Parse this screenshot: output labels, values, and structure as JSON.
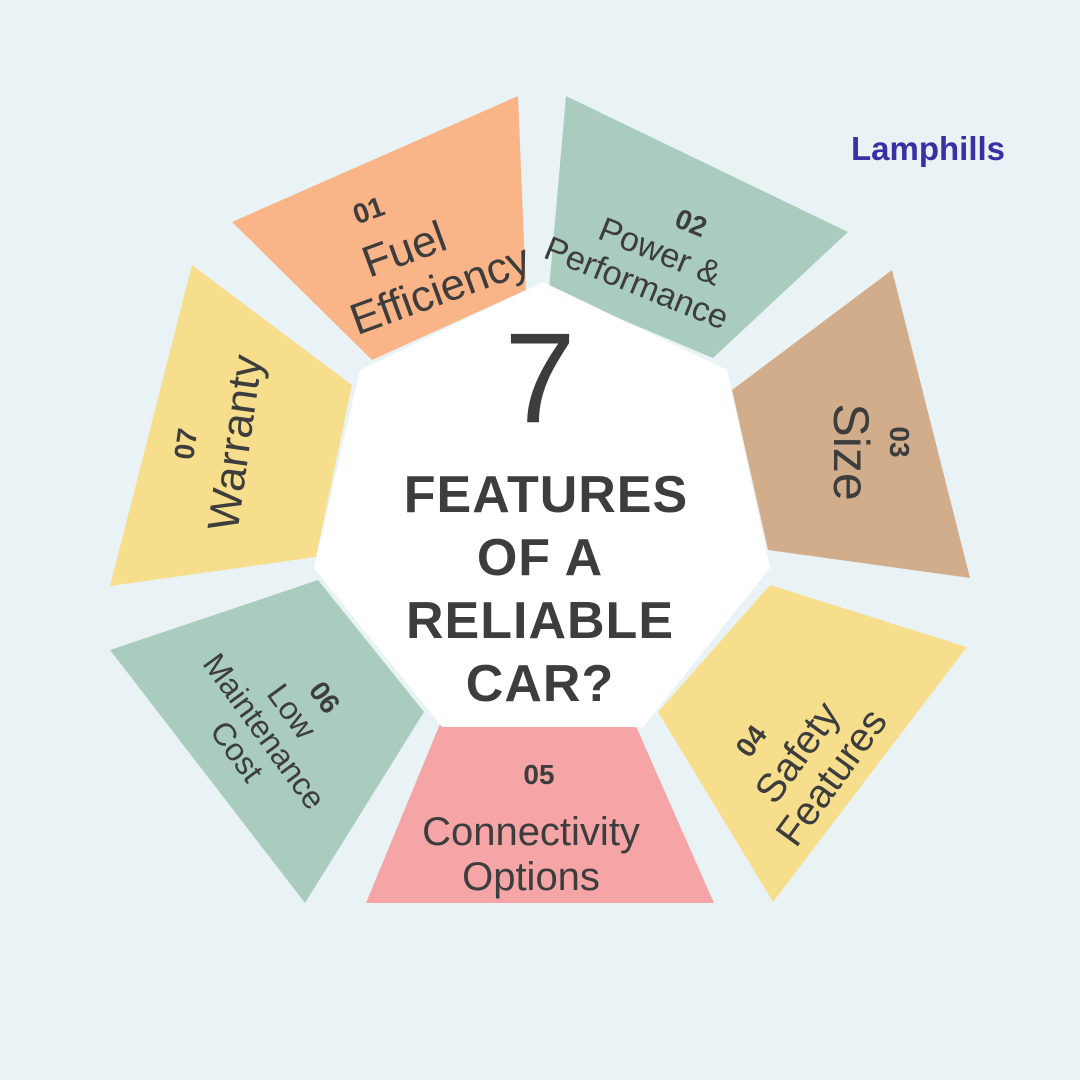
{
  "brand": {
    "name": "Lamphills"
  },
  "center": {
    "number": "7",
    "heading_lines": [
      "FEATURES",
      "OF A",
      "RELIABLE",
      "CAR?"
    ]
  },
  "segments": [
    {
      "num": "01",
      "label_lines": [
        "Fuel",
        "Efficiency"
      ],
      "color": "#f9b488"
    },
    {
      "num": "02",
      "label_lines": [
        "Power &",
        "Performance"
      ],
      "color": "#a9ccbe"
    },
    {
      "num": "03",
      "label_lines": [
        "Size"
      ],
      "color": "#d1ad8b"
    },
    {
      "num": "04",
      "label_lines": [
        "Safety",
        "Features"
      ],
      "color": "#f7de8c"
    },
    {
      "num": "05",
      "label_lines": [
        "Connectivity",
        "Options"
      ],
      "color": "#f5a5a5"
    },
    {
      "num": "06",
      "label_lines": [
        "Low",
        "Maintenance",
        "Cost"
      ],
      "color": "#a9ccbe"
    },
    {
      "num": "07",
      "label_lines": [
        "Warranty"
      ],
      "color": "#f7de8c"
    }
  ]
}
